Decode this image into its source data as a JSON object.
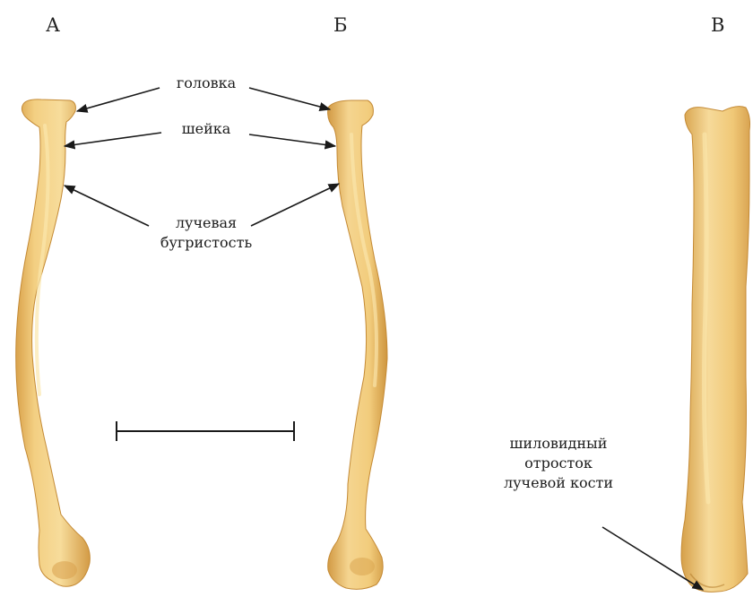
{
  "panels": {
    "a": "А",
    "b": "Б",
    "c": "В"
  },
  "labels": {
    "head": "головка",
    "neck": "шейка",
    "tuberosity_line1": "лучевая",
    "tuberosity_line2": "бугристость",
    "styloid_line1": "шиловидный",
    "styloid_line2": "отросток",
    "styloid_line3": "лучевой кости"
  },
  "colors": {
    "bone": "#f0c674",
    "bone_shadow": "#c98f3a",
    "bone_highlight": "#fbe7ad",
    "ink": "#1a1a1a"
  }
}
